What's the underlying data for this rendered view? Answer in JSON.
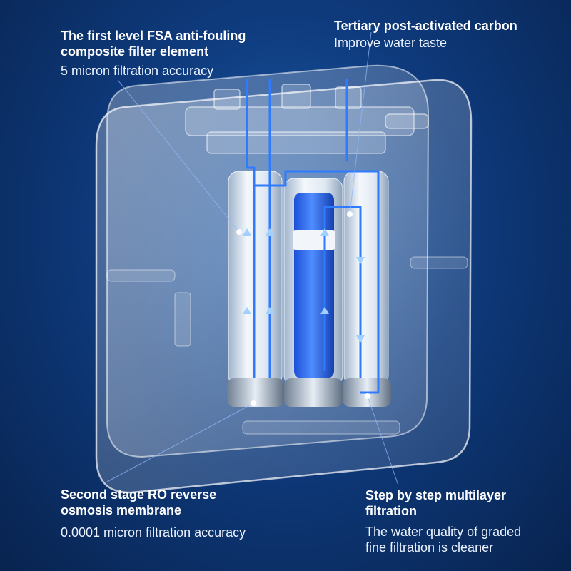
{
  "colors": {
    "background_center": "#1d5aa8",
    "background_edge": "#08234f",
    "accent_blue": "#2f7bff",
    "text": "#ffffff"
  },
  "labels": {
    "fsa": {
      "title_line1": "The first level FSA anti-fouling",
      "title_line2": "composite filter element",
      "subtitle": "5 micron filtration accuracy"
    },
    "carbon": {
      "title": "Tertiary post-activated carbon",
      "subtitle": "Improve water taste"
    },
    "ro": {
      "title_line1": "Second stage RO reverse",
      "title_line2": "osmosis membrane",
      "subtitle": "0.0001 micron filtration accuracy"
    },
    "multilayer": {
      "title_line1": "Step by step multilayer",
      "title_line2": "filtration",
      "subtitle_line1": "The water quality of graded",
      "subtitle_line2": "fine filtration is cleaner"
    }
  }
}
